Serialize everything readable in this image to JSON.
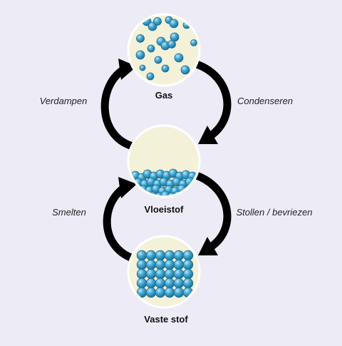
{
  "states": {
    "gas": "Gas",
    "liquid": "Vloeistof",
    "solid": "Vaste stof"
  },
  "processes": {
    "evaporate": "Verdampen",
    "condense": "Condenseren",
    "melt": "Smelten",
    "freeze": "Stollen / bevriezen"
  },
  "colors": {
    "background": "#edecf6",
    "circle_fill": "#f4f1d9",
    "circle_stroke": "#ffffff",
    "particle": "#3b9ec9",
    "particle_stroke": "#1f6e92",
    "arrow": "#000000"
  }
}
